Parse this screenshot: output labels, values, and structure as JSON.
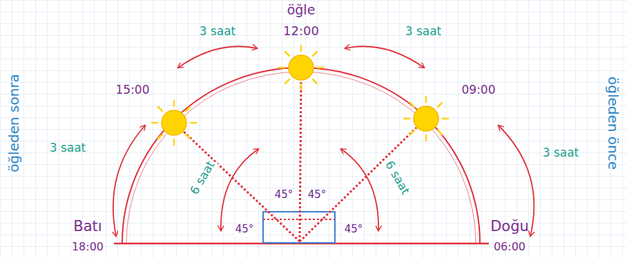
{
  "diagram": {
    "labels": [
      "öğle",
      "12:00",
      "3 saat",
      "3 saat",
      "15:00",
      "09:00",
      "öğleden sonra",
      "öğleden önce",
      "3 saat",
      "3 saat",
      "6 saat",
      "6 saat",
      "45°",
      "45°",
      "45°",
      "45°",
      "Batı",
      "18:00",
      "Doğu",
      "06:00"
    ]
  }
}
